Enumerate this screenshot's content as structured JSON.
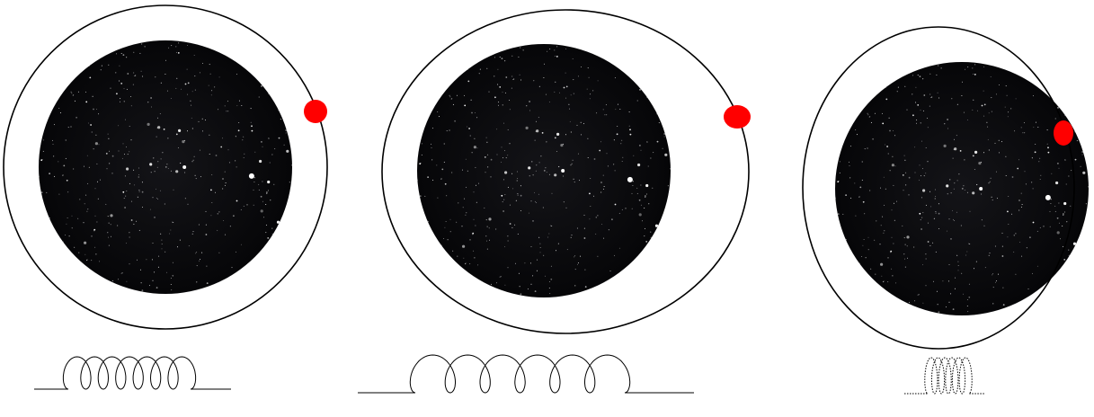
{
  "colors": {
    "background": "#ffffff",
    "orbit_stroke": "#000000",
    "sky_fill": "#0b0b0e",
    "star_color": "#ffffff",
    "marker": "#ff0000",
    "spring_stroke": "#000000"
  },
  "panels": [
    {
      "id": "panel-1",
      "orbit_shape": "circle",
      "marker_shape": "round",
      "spring_coils": 7,
      "spring_style": "solid-loose"
    },
    {
      "id": "panel-2",
      "orbit_shape": "wide-ellipse",
      "marker_shape": "oval",
      "spring_coils": 6,
      "spring_style": "solid-stretched"
    },
    {
      "id": "panel-3",
      "orbit_shape": "tall-ellipse",
      "marker_shape": "tall-oval",
      "spring_coils": 6,
      "spring_style": "dotted-compressed"
    }
  ]
}
